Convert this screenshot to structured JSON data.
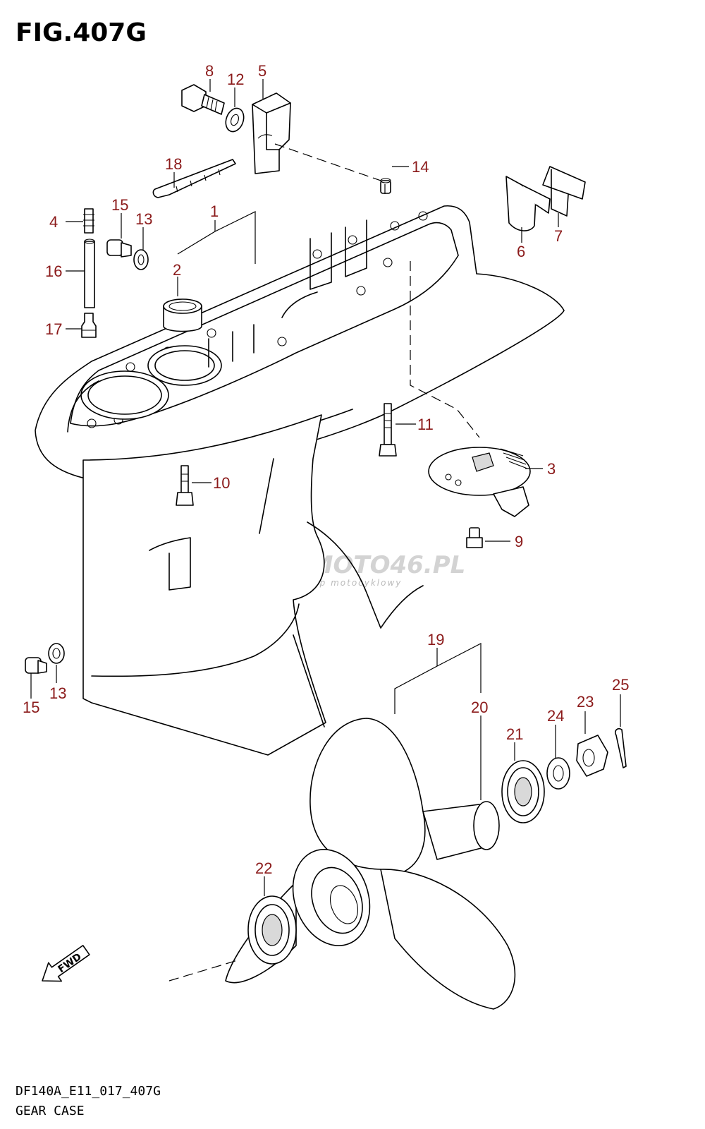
{
  "figure": {
    "title": "FIG.407G",
    "model_code": "DF140A_E11_017_407G",
    "caption": "GEAR CASE",
    "fwd_label": "FWD"
  },
  "watermark": {
    "brand": "SKLEPMOTO46.PL",
    "tagline": "internetowy sklep motocyklowy"
  },
  "colors": {
    "callout": "#8b1a1a",
    "line": "#000000",
    "watermark": "#c9c9c9"
  },
  "callouts": [
    {
      "id": "1",
      "label": "1"
    },
    {
      "id": "2",
      "label": "2"
    },
    {
      "id": "3",
      "label": "3"
    },
    {
      "id": "4",
      "label": "4"
    },
    {
      "id": "5",
      "label": "5"
    },
    {
      "id": "6",
      "label": "6"
    },
    {
      "id": "7",
      "label": "7"
    },
    {
      "id": "8",
      "label": "8"
    },
    {
      "id": "9",
      "label": "9"
    },
    {
      "id": "10",
      "label": "10"
    },
    {
      "id": "11",
      "label": "11"
    },
    {
      "id": "12",
      "label": "12"
    },
    {
      "id": "13a",
      "label": "13"
    },
    {
      "id": "13b",
      "label": "13"
    },
    {
      "id": "14",
      "label": "14"
    },
    {
      "id": "15a",
      "label": "15"
    },
    {
      "id": "15b",
      "label": "15"
    },
    {
      "id": "16",
      "label": "16"
    },
    {
      "id": "17",
      "label": "17"
    },
    {
      "id": "18",
      "label": "18"
    },
    {
      "id": "19",
      "label": "19"
    },
    {
      "id": "20",
      "label": "20"
    },
    {
      "id": "21",
      "label": "21"
    },
    {
      "id": "22",
      "label": "22"
    },
    {
      "id": "23",
      "label": "23"
    },
    {
      "id": "24",
      "label": "24"
    },
    {
      "id": "25",
      "label": "25"
    }
  ]
}
